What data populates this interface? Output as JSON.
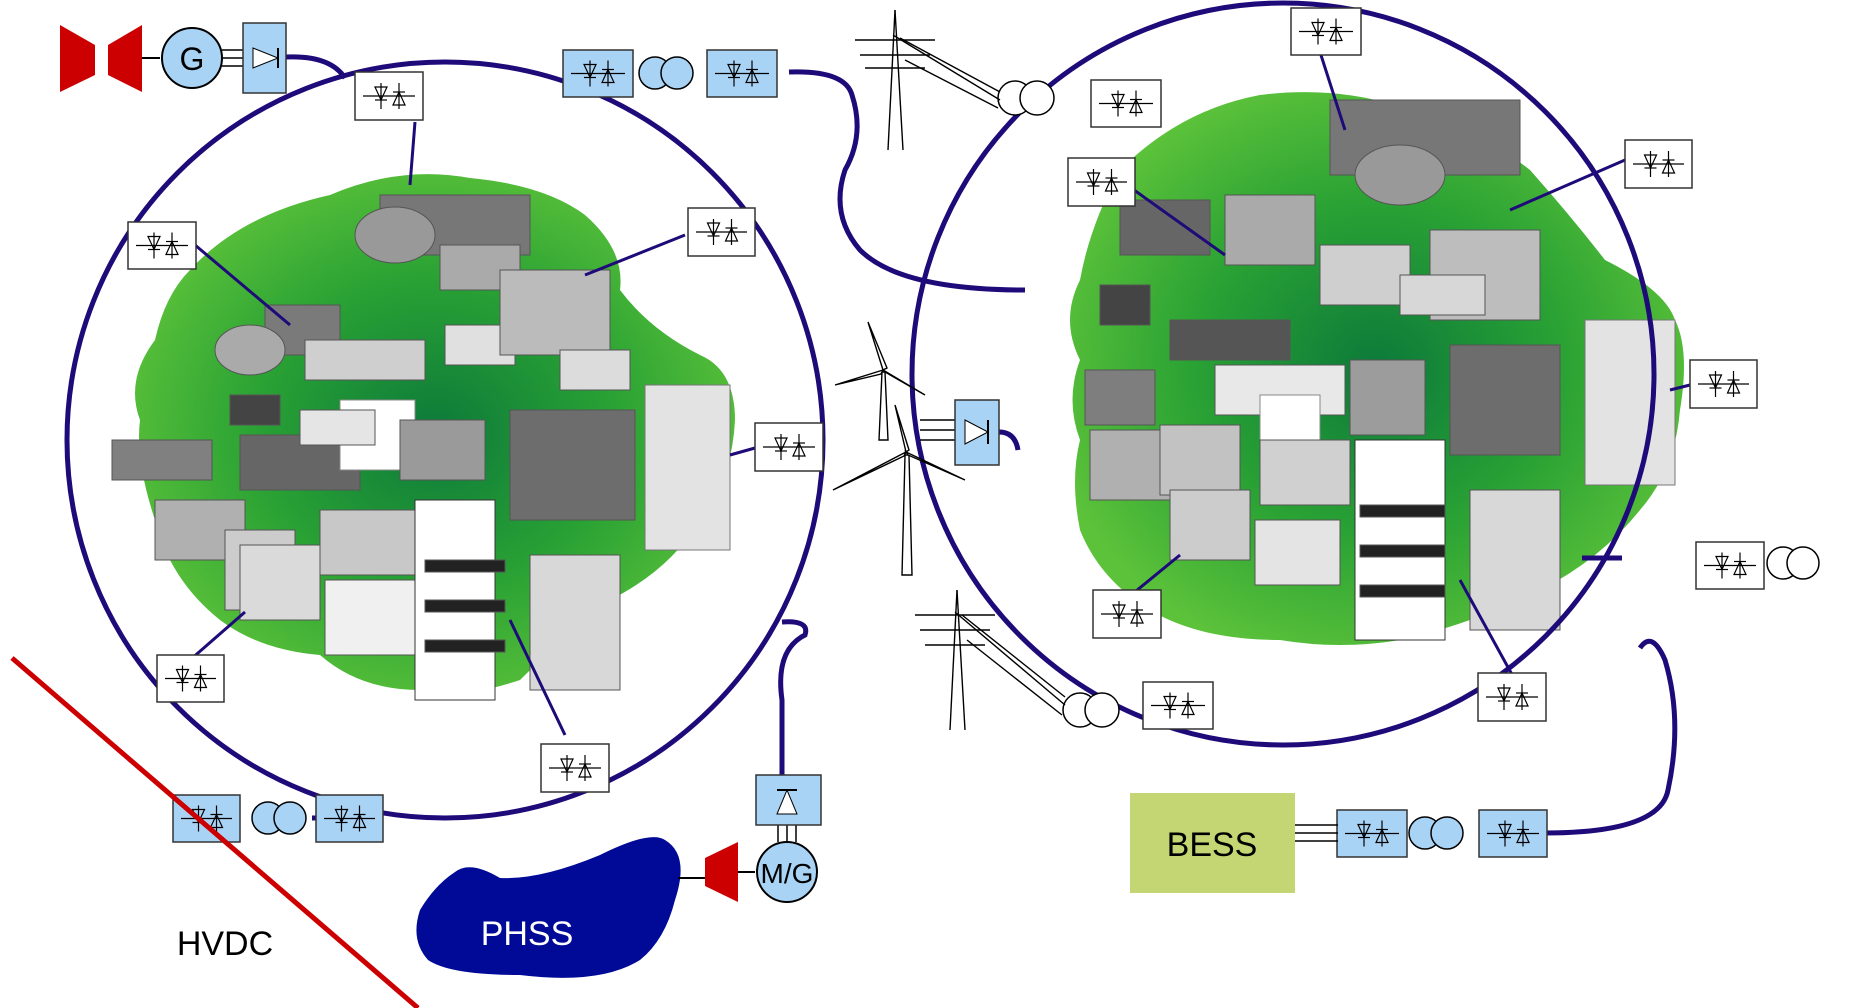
{
  "labels": {
    "generator": "G",
    "hvdc": "HVDC",
    "phss": "PHSS",
    "motor_generator": "M/G",
    "bess": "BESS"
  },
  "colors": {
    "ring": "#1e0a78",
    "island_green": "#3cb42c",
    "island_dark": "#1a8a3a",
    "converter_blue": "#a9d3f5",
    "turbine_red": "#cc0000",
    "phss_blue": "#000a96",
    "bess_green": "#c3d673",
    "hvdc_red": "#cc0000"
  },
  "icons": [
    "hydro-turbine-icon",
    "generator-icon",
    "rectifier-icon",
    "converter-icon",
    "transformer-icon",
    "transmission-tower-icon",
    "wind-turbine-icon",
    "battery-storage-icon",
    "pumped-hydro-reservoir-icon",
    "city-block-icon"
  ]
}
